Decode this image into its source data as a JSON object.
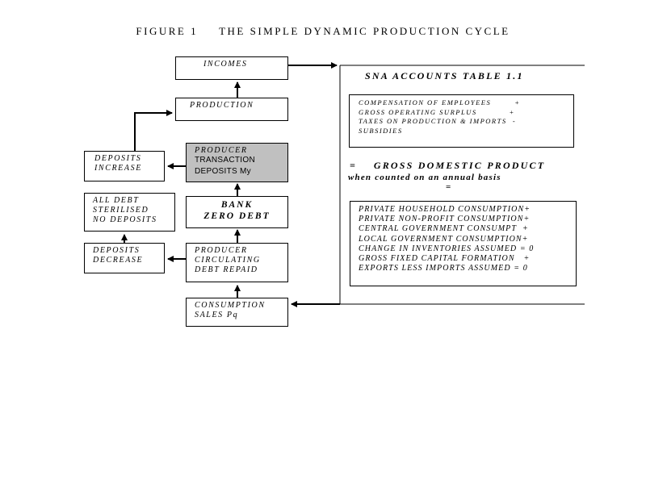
{
  "title": {
    "figure": "FIGURE 1",
    "name": "THE SIMPLE DYNAMIC PRODUCTION CYCLE"
  },
  "boxes": {
    "incomes": "INCOMES",
    "production": "PRODUCTION",
    "producer_transaction": [
      "PRODUCER",
      "TRANSACTION",
      "DEPOSITS My"
    ],
    "deposits_increase": [
      "DEPOSITS",
      "INCREASE"
    ],
    "bank": [
      "BANK",
      "ZERO DEBT"
    ],
    "all_debt": [
      "ALL DEBT",
      "STERILISED",
      "NO DEPOSITS"
    ],
    "deposits_decrease": [
      "DEPOSITS",
      "DECREASE"
    ],
    "producer_circulating": [
      "PRODUCER",
      "CIRCULATING",
      "DEBT REPAID"
    ],
    "consumption": [
      "CONSUMPTION",
      "SALES  Pq"
    ]
  },
  "sna": {
    "heading": "SNA ACCOUNTS   TABLE 1.1",
    "income_items": [
      "COMPENSATION OF EMPLOYEES        +",
      "GROSS OPERATING SURPLUS           +",
      "TAXES ON PRODUCTION & IMPORTS  -",
      "SUBSIDIES"
    ],
    "gdp": "=    GROSS DOMESTIC PRODUCT",
    "annual": "when counted on an annual basis",
    "equals": "=",
    "expenditure_items": [
      "PRIVATE HOUSEHOLD CONSUMPTION+",
      "PRIVATE NON-PROFIT CONSUMPTION+",
      "CENTRAL GOVERNMENT CONSUMPT  +",
      "LOCAL GOVERNMENT CONSUMPTION+",
      "CHANGE IN INVENTORIES ASSUMED = 0",
      "GROSS FIXED CAPITAL FORMATION   +",
      "EXPORTS LESS IMPORTS ASSUMED = 0"
    ]
  }
}
